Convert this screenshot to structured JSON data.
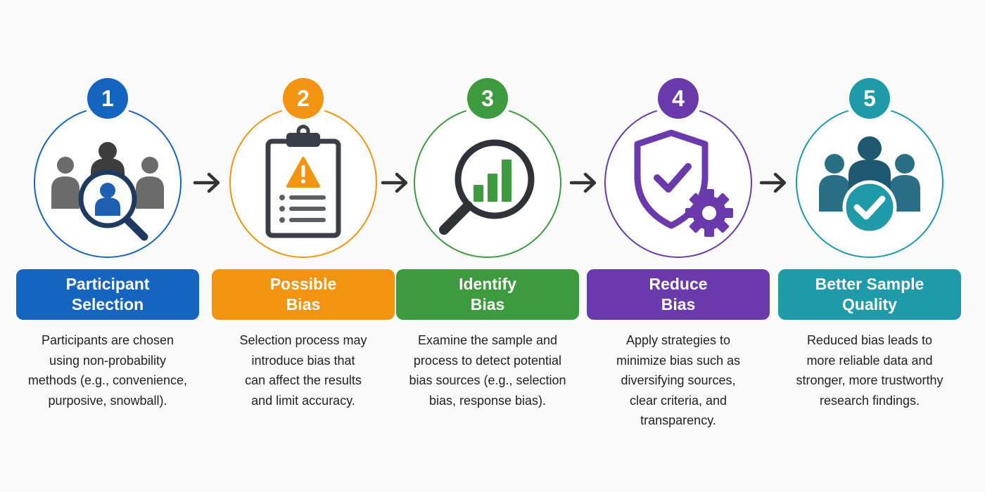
{
  "steps": [
    {
      "number": "1",
      "title_lines": [
        "Participant",
        "Selection"
      ],
      "desc_lines": [
        "Participants are chosen",
        "using non-probability",
        "methods (e.g., convenience,",
        "purposive, snowball)."
      ],
      "color": "#1565c0",
      "icon": "people-magnifier-icon"
    },
    {
      "number": "2",
      "title_lines": [
        "Possible",
        "Bias"
      ],
      "desc_lines": [
        "Selection process may",
        "introduce bias that",
        "can affect the results",
        "and limit accuracy."
      ],
      "color": "#f29411",
      "icon": "clipboard-warning-icon"
    },
    {
      "number": "3",
      "title_lines": [
        "Identify",
        "Bias"
      ],
      "desc_lines": [
        "Examine the sample and",
        "process to detect potential",
        "bias sources (e.g., selection",
        "bias, response bias)."
      ],
      "color": "#3d9a3f",
      "icon": "magnifier-chart-icon"
    },
    {
      "number": "4",
      "title_lines": [
        "Reduce",
        "Bias"
      ],
      "desc_lines": [
        "Apply strategies to",
        "minimize bias such as",
        "diversifying sources,",
        "clear criteria, and",
        "transparency."
      ],
      "color": "#6a3aad",
      "icon": "shield-check-gear-icon"
    },
    {
      "number": "5",
      "title_lines": [
        "Better Sample",
        "Quality"
      ],
      "desc_lines": [
        "Reduced bias leads to",
        "more reliable data and",
        "stronger, more trustworthy",
        "research findings."
      ],
      "color": "#1f9aa8",
      "icon": "people-check-icon"
    }
  ],
  "arrow_color": "#333333"
}
